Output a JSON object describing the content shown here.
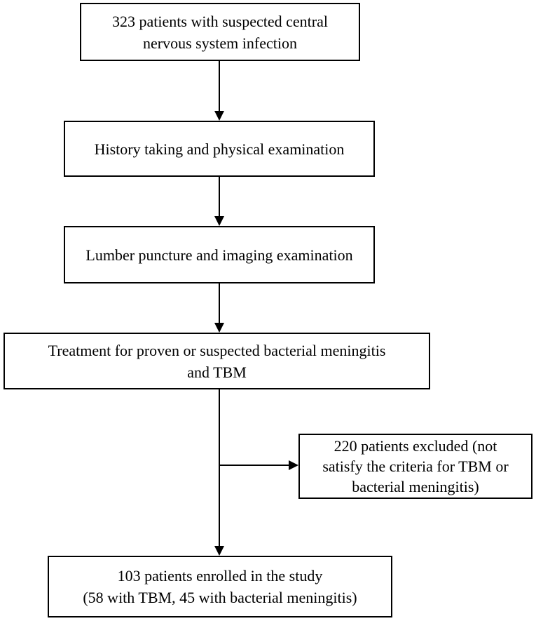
{
  "flowchart": {
    "steps": {
      "suspected": {
        "line1": "323 patients with suspected central",
        "line2": "nervous system infection"
      },
      "history": {
        "line1": "History taking and physical examination"
      },
      "lumbar": {
        "line1": "Lumber puncture and imaging examination"
      },
      "treatment": {
        "line1": "Treatment for proven or suspected bacterial meningitis",
        "line2": "and TBM"
      },
      "excluded": {
        "line1": "220 patients excluded (not",
        "line2": "satisfy the criteria for TBM or",
        "line3": "bacterial meningitis)"
      },
      "enrolled": {
        "line1": "103 patients enrolled in the study",
        "line2": "(58 with TBM, 45 with bacterial meningitis)"
      }
    }
  }
}
